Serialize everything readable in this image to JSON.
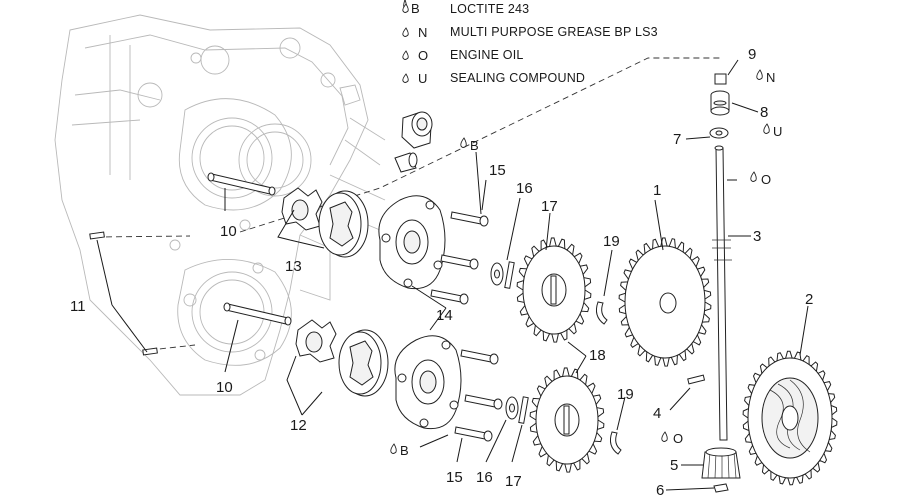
{
  "legend": [
    {
      "code": "B",
      "text": "LOCTITE 243"
    },
    {
      "code": "N",
      "text": "MULTI PURPOSE GREASE BP LS3"
    },
    {
      "code": "O",
      "text": "ENGINE OIL"
    },
    {
      "code": "U",
      "text": "SEALING COMPOUND"
    }
  ],
  "callouts": {
    "n1": "1",
    "n2": "2",
    "n3": "3",
    "n4": "4",
    "n5": "5",
    "n6": "6",
    "n7": "7",
    "n8": "8",
    "n9": "9",
    "n10a": "10",
    "n10b": "10",
    "n11": "11",
    "n12": "12",
    "n13": "13",
    "n14": "14",
    "n15a": "15",
    "n15b": "15",
    "n16a": "16",
    "n16b": "16",
    "n17a": "17",
    "n17b": "17",
    "n18": "18",
    "n19a": "19",
    "n19b": "19"
  },
  "symbols": {
    "N_top": "N",
    "U_mid": "U",
    "O_shaft": "O",
    "O_low": "O",
    "B_top": "B",
    "B_low": "B"
  }
}
